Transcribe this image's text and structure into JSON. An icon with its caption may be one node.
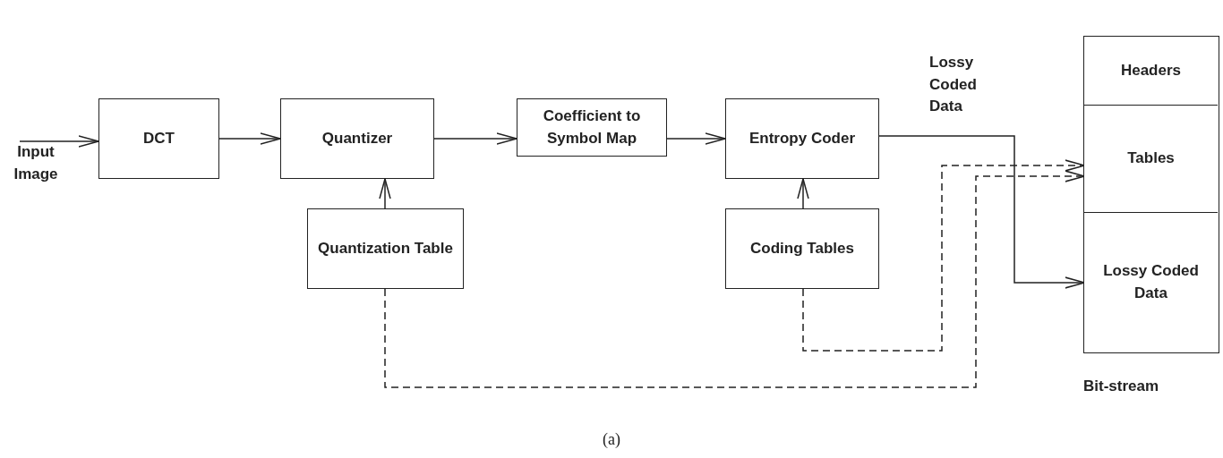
{
  "diagram": {
    "caption": "(a)",
    "nodes": [
      {
        "text": [
          "DCT"
        ]
      },
      {
        "text": [
          "Quantizer"
        ]
      },
      {
        "text": [
          "Coefficient to Symbol Map"
        ]
      },
      {
        "text": [
          "Entropy Coder"
        ]
      },
      {
        "text": [
          "Quantization Table"
        ]
      },
      {
        "text": [
          "Coding Tables"
        ]
      },
      {
        "text": [],
        "shape": "box",
        "beside": [
          "Bit-stream"
        ]
      },
      {
        "text": [
          "Headers"
        ],
        "in": 6
      },
      {
        "text": [
          "Tables"
        ],
        "in": 6
      },
      {
        "text": [
          "Lossy Coded Data"
        ],
        "in": 6
      },
      {
        "text": [
          "Input Image"
        ]
      }
    ],
    "edges": [
      {
        "from": 10,
        "to": 0,
        "arrow": "to"
      },
      {
        "from": 0,
        "to": 1,
        "arrow": "to"
      },
      {
        "from": 1,
        "to": 2,
        "arrow": "to"
      },
      {
        "from": 2,
        "to": 3,
        "arrow": "to"
      },
      {
        "from": 4,
        "to": 1,
        "arrow": "to"
      },
      {
        "from": 5,
        "to": 3,
        "arrow": "to"
      },
      {
        "from": 3,
        "to": 9,
        "arrow": "to",
        "label": "Lossy Coded Data"
      },
      {
        "from": 5,
        "to": 8,
        "arrow": "to",
        "style": "dashed"
      },
      {
        "from": 4,
        "to": 8,
        "arrow": "to",
        "style": "dashed"
      }
    ]
  }
}
